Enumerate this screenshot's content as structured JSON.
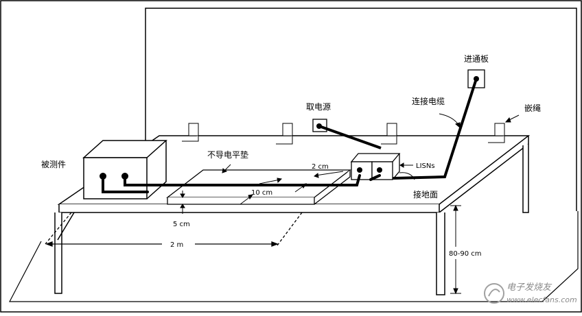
{
  "labels": {
    "dut": "被测件",
    "mat": "不导电平垫",
    "power": "取电源",
    "cable": "连接电缆",
    "panel": "进通板",
    "tether": "嵌绳",
    "lisns": "LISNs",
    "ground": "接地面",
    "dim_2cm": "2 cm",
    "dim_10cm": "10 cm",
    "dim_5cm": "5 cm",
    "dim_2m": "2 m",
    "dim_height": "80-90 cm"
  },
  "watermark": {
    "cn": "电子发烧友",
    "en": "www.elecfans.com"
  }
}
